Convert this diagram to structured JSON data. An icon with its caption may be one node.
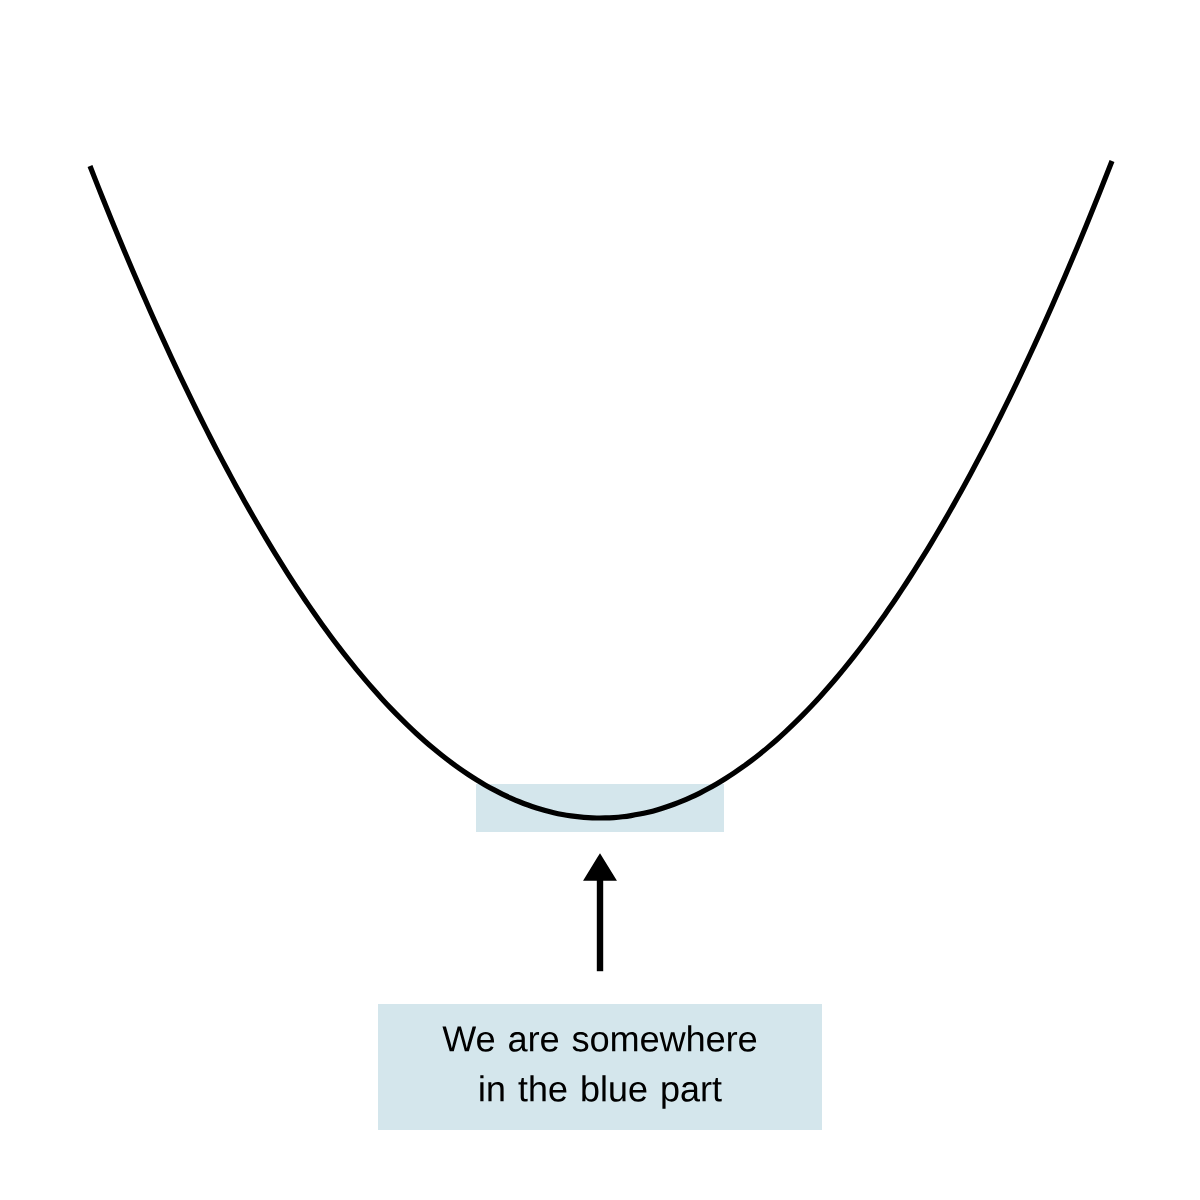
{
  "diagram": {
    "nodes": [
      {
        "text": [
          "We are somewhere in the blue part"
        ]
      },
      {
        "text": [],
        "shape": "box"
      }
    ],
    "edges": [
      {
        "from": 0,
        "to": 1,
        "arrow": "to"
      }
    ]
  }
}
